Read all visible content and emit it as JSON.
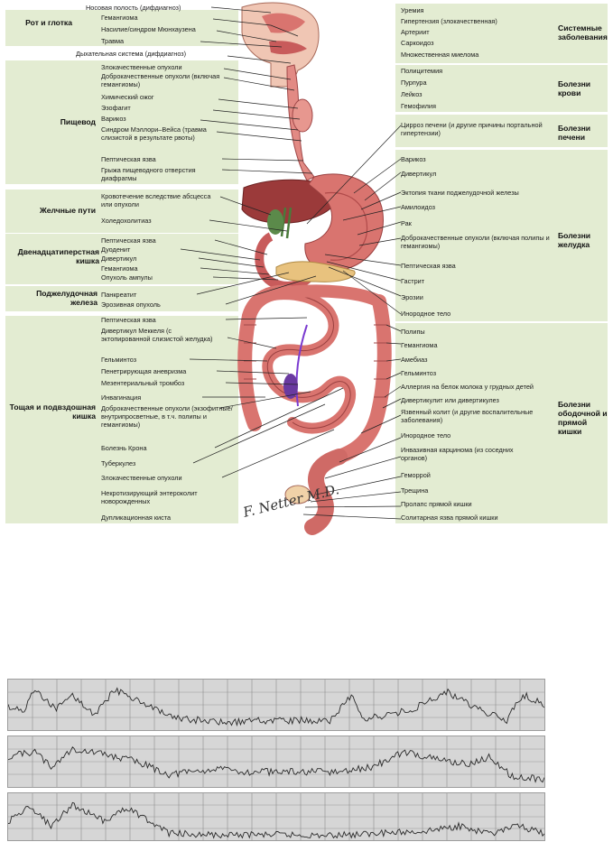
{
  "anatomy": {
    "top_label": "Носовая полость (дифдиагноз)",
    "left_sections": [
      {
        "id": "mouth",
        "title": "Рот и глотка",
        "items": [
          "Гемангиома",
          "Насилие/синдром Мюнхаузена",
          "Травма"
        ]
      },
      {
        "id": "resp",
        "title": "",
        "items": [
          "Дыхательная система (дифдиагноз)"
        ]
      },
      {
        "id": "esophagus",
        "title": "Пищевод",
        "items": [
          "Злокачественные опухоли",
          "Доброкачественные опухоли (включая гемангиомы)",
          "Химический ожог",
          "Эзофагит",
          "Варикоз",
          "Синдром Мэллори–Вейса (травма слизистой в результате рвоты)",
          "Пептическая язва",
          "Грыжа пищеводного отверстия диафрагмы"
        ]
      },
      {
        "id": "biliary",
        "title": "Желчные пути",
        "items": [
          "Кровотечение вследствие абсцесса или опухоли",
          "Холедохолитиаз"
        ]
      },
      {
        "id": "duodenum",
        "title": "Двенадцатиперстная кишка",
        "items": [
          "Пептическая язва",
          "Дуоденит",
          "Дивертикул",
          "Гемангиома",
          "Опухоль ампулы"
        ]
      },
      {
        "id": "pancreas",
        "title": "Поджелудочная железа",
        "items": [
          "Панкреатит",
          "Эрозивная опухоль"
        ]
      },
      {
        "id": "smallbowel",
        "title": "Тощая и подвздошная кишка",
        "items": [
          "Пептическая язва",
          "Дивертикул Меккеля (с эктопированной слизистой желудка)",
          "Гельминтоз",
          "Пенетрирующая аневризма",
          "Мезентериальный тромбоз",
          "Инвагинация",
          "Доброкачественные опухоли (экзофитные/внутрипросветные, в т.ч. полипы и гемангиомы)",
          "Болезнь Крона",
          "Туберкулез",
          "Злокачественные опухоли",
          "Некротизирующий энтероколит новорожденных",
          "Дупликационная киста"
        ]
      }
    ],
    "right_sections": [
      {
        "id": "systemic",
        "title": "Системные заболевания",
        "items": [
          "Уремия",
          "Гипертензия (злокачественная)",
          "Артериит",
          "Саркоидоз",
          "Множественная миелома"
        ]
      },
      {
        "id": "blood",
        "title": "Болезни крови",
        "items": [
          "Полицитемия",
          "Пурпура",
          "Лейкоз",
          "Гемофилия"
        ]
      },
      {
        "id": "liver",
        "title": "Болезни печени",
        "items": [
          "Цирроз печени (и другие причины портальной гипертензии)"
        ]
      },
      {
        "id": "stomach",
        "title": "Болезни желудка",
        "items": [
          "Варикоз",
          "Дивертикул",
          "Эктопия ткани поджелудочной железы",
          "Амилоидоз",
          "Рак",
          "Доброкачественные опухоли (включая полипы и гемангиомы)",
          "Пептическая язва",
          "Гастрит",
          "Эрозии",
          "Инородное тело"
        ]
      },
      {
        "id": "colon",
        "title": "Болезни ободочной и прямой кишки",
        "items": [
          "Полипы",
          "Гемангиома",
          "Амебиаз",
          "Гельминтоз",
          "Аллергия на белок молока у грудных детей",
          "Дивертикулит или дивертикулез",
          "Язвенный колит (и другие воспалительные заболевания)",
          "Инородное тело",
          "Инвазивная карцинома (из соседних органов)",
          "Геморрой",
          "Трещина",
          "Пролапс прямой кишки",
          "Солитарная язва прямой кишки"
        ]
      }
    ],
    "signature": "F. Netter M.D.",
    "colors": {
      "band": "#e3ecd2",
      "organ": "#d9746f",
      "organ_dark": "#b04a4a",
      "liver": "#9b3a3a",
      "leader": "#222222"
    }
  },
  "traces": {
    "count": 3,
    "colors": {
      "background": "#d6d6d6",
      "grid": "#8c8c8c",
      "line": "#2a2a2a"
    }
  }
}
